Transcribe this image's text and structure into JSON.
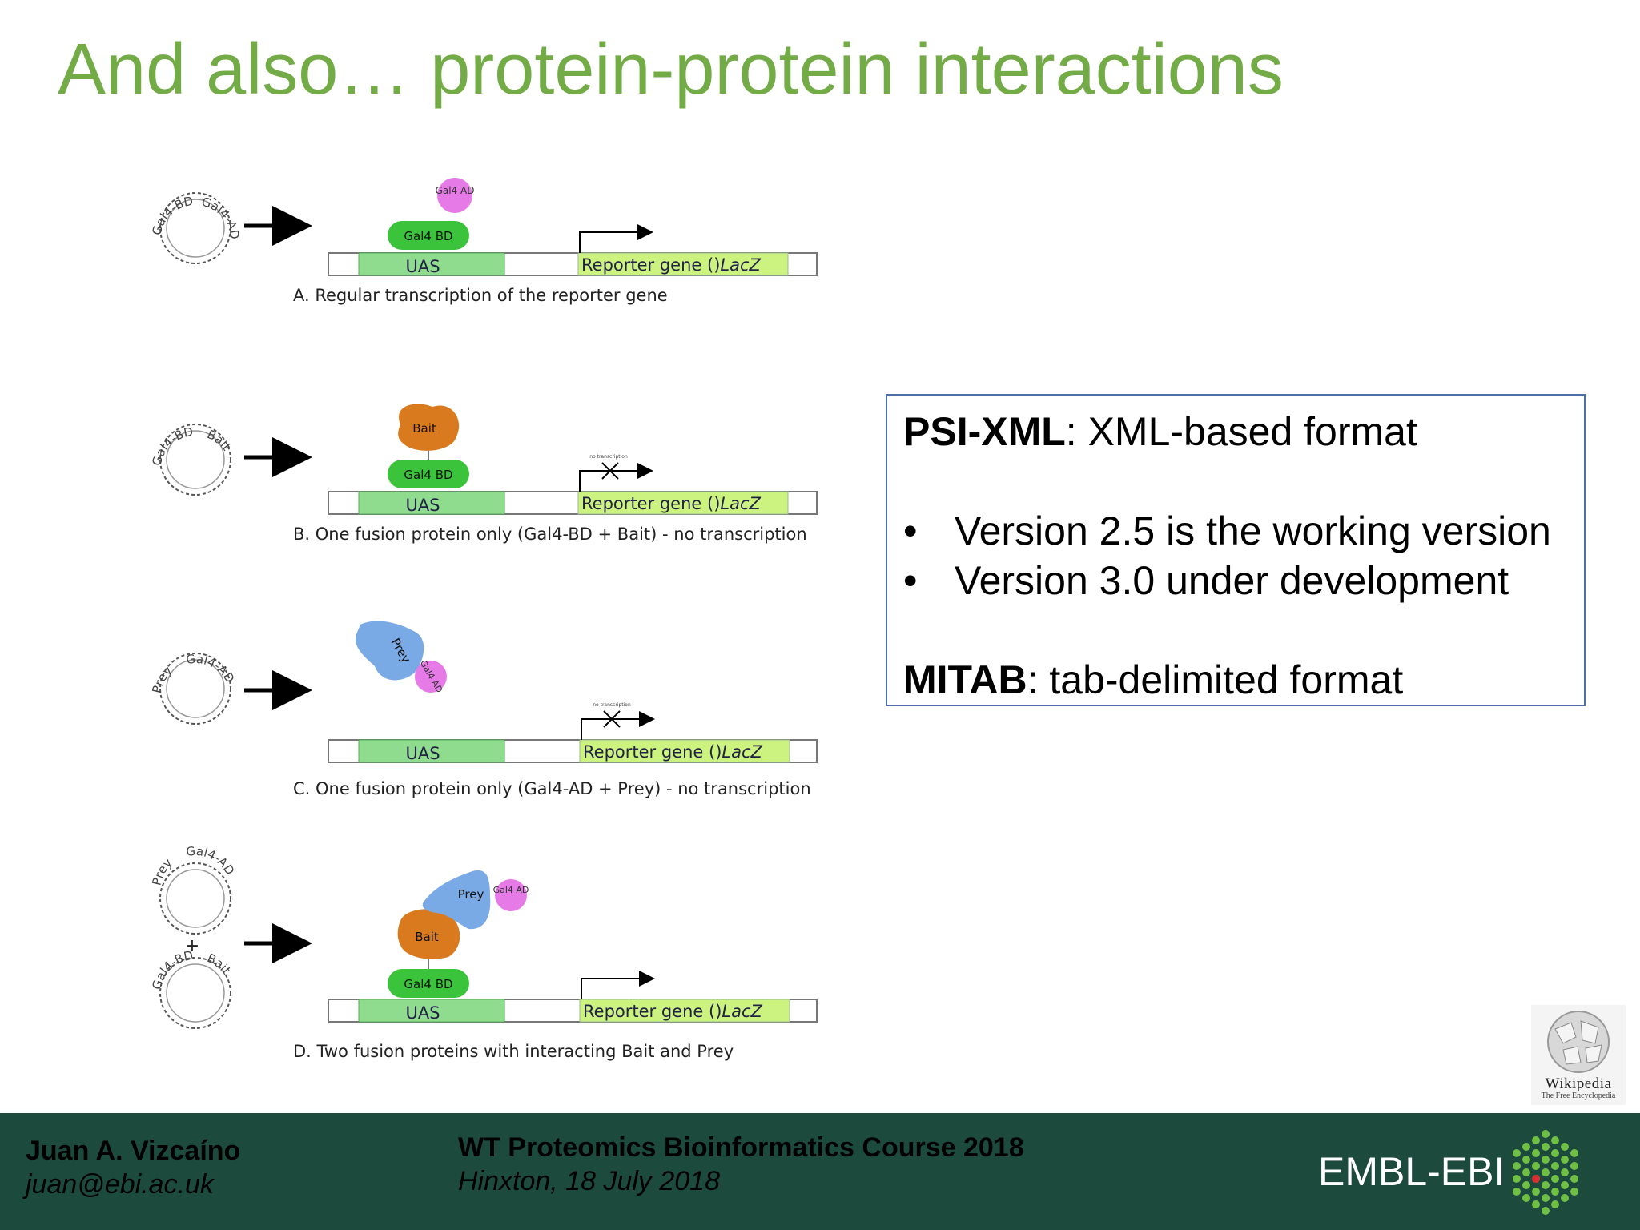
{
  "slide": {
    "title": "And also… protein-protein interactions"
  },
  "diagram": {
    "panels": [
      {
        "caption": "A. Regular transcription of the reporter gene",
        "plasmid": [
          "Gal4-BD",
          "Gal4-AD"
        ],
        "uas": "UAS",
        "reporter": "Reporter gene ()",
        "lacz": "LacZ",
        "bd_label": "Gal4 BD",
        "ad_label": "Gal4 AD"
      },
      {
        "caption": "B. One fusion protein only (Gal4-BD + Bait) - no transcription",
        "plasmid": [
          "Gal4-BD",
          "Bait"
        ],
        "uas": "UAS",
        "reporter": "Reporter gene ()",
        "lacz": "LacZ",
        "bd_label": "Gal4 BD",
        "bait_label": "Bait",
        "no_transcription": "no transcription"
      },
      {
        "caption": "C. One fusion protein only (Gal4-AD + Prey) - no transcription",
        "plasmid": [
          "Prey",
          "Gal4-AD"
        ],
        "uas": "UAS",
        "reporter": "Reporter gene ()",
        "lacz": "LacZ",
        "prey_label": "Prey",
        "ad_label": "Gal4 AD",
        "no_transcription": "no transcription"
      },
      {
        "caption": "D. Two fusion proteins with interacting Bait and Prey",
        "plasmid_top": [
          "Prey",
          "Gal4-AD"
        ],
        "plasmid_bottom": [
          "Gal4-BD",
          "Bait"
        ],
        "plus": "+",
        "uas": "UAS",
        "reporter": "Reporter gene ()",
        "lacz": "LacZ",
        "bd_label": "Gal4 BD",
        "bait_label": "Bait",
        "prey_label": "Prey",
        "ad_label": "Gal4 AD"
      }
    ],
    "colors": {
      "uas_fill": "#8fdc8f",
      "reporter_fill": "#ccf27f",
      "gal4_bd": "#3bc43b",
      "gal4_ad": "#e67ae6",
      "bait": "#d97a1e",
      "prey": "#7aaae6"
    }
  },
  "infobox": {
    "psi_term": "PSI-XML",
    "psi_desc": ": XML-based format",
    "bullets": [
      "Version 2.5 is the working version",
      "Version 3.0 under development"
    ],
    "bullet_symbol": "•",
    "mitab_term": "MITAB",
    "mitab_desc": ": tab-delimited format"
  },
  "logo": {
    "wikipedia_word": "Wikipedia",
    "wikipedia_sub": "The Free Encyclopedia"
  },
  "footer": {
    "author": "Juan A. Vizcaíno",
    "email": "juan@ebi.ac.uk",
    "course": "WT Proteomics Bioinformatics Course 2018",
    "place_date": "Hinxton, 18 July 2018",
    "org": "EMBL-EBI"
  },
  "colors": {
    "title": "#73ab47",
    "footer_bg": "#1c4a3c",
    "infobox_border": "#4f6fa8"
  }
}
